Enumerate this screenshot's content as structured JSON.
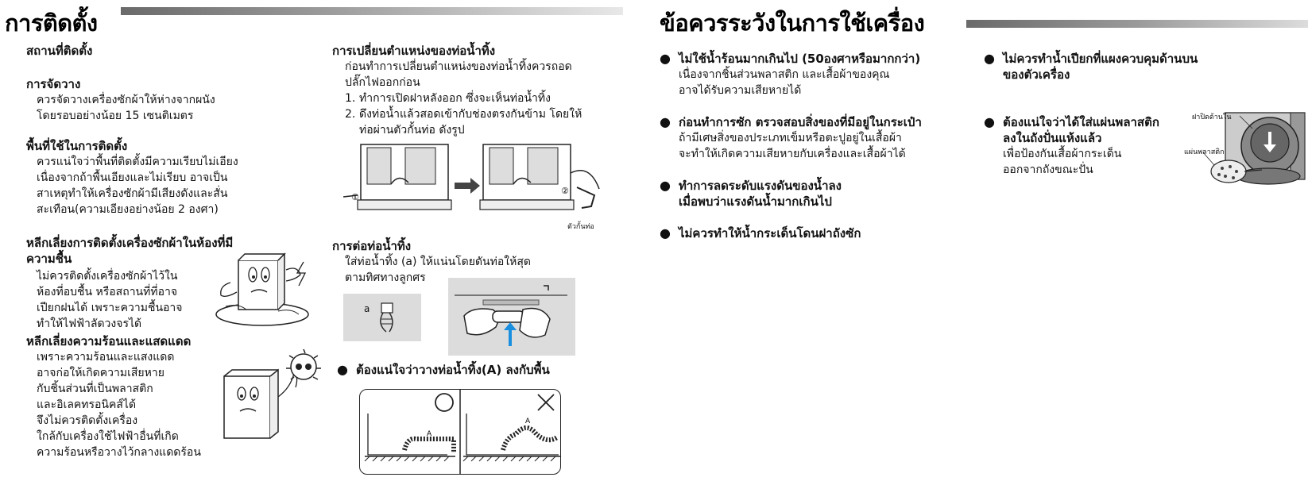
{
  "left_header": {
    "title": "การติดตั้ง"
  },
  "right_header": {
    "title": "ข้อควรระวังในการใช้เครื่อง"
  },
  "installation": {
    "location_heading": "สถานที่ติดตั้ง",
    "placement": {
      "heading": "การจัดวาง",
      "lines": [
        "ควรจัดวางเครื่องซักผ้าให้ห่างจากผนัง",
        "โดยรอบอย่างน้อย 15 เซนติเมตร"
      ]
    },
    "floor": {
      "heading": "พื้นที่ใช้ในการติดตั้ง",
      "lines": [
        "ควรแน่ใจว่าพื้นที่ติดตั้งมีความเรียบไม่เอียง",
        "เนื่องจากถ้าพื้นเอียงและไม่เรียบ อาจเป็น",
        "สาเหตุทำให้เครื่องซักผ้ามีเสียงดังและสั่น",
        "สะเทือน(ความเอียงอย่างน้อย 2 องศา)"
      ]
    },
    "humidity": {
      "heading_lines": [
        "หลีกเลี่ยงการติดตั้งเครื่องซักผ้าในห้องที่มี",
        "ความชื้น"
      ],
      "lines": [
        "ไม่ควรติดตั้งเครื่องซักผ้าไว้ใน",
        "ห้องที่อบชื้น หรือสถานที่ที่อาจ",
        "เปียกฝนได้ เพราะความชื้นอาจ",
        "ทำให้ไฟฟ้าลัดวงจรได้"
      ]
    },
    "heat": {
      "heading": "หลีกเลี่ยงความร้อนและแสดแดด",
      "lines": [
        "เพราะความร้อนและแสงแดด",
        "อาจก่อให้เกิดความเสียหาย",
        "กับชิ้นส่วนที่เป็นพลาสติก",
        "และอิเลคทรอนิคส์ได้",
        "จึงไม่ควรติดตั้งเครื่อง",
        "ใกล้กับเครื่องใช้ไฟฟ้าอื่นที่เกิด",
        "ความร้อนหรือวางไว้กลางแดดร้อน"
      ]
    }
  },
  "drain": {
    "reposition": {
      "heading": "การเปลี่ยนตำแหน่งของท่อน้ำทิ้ง",
      "intro": [
        "ก่อนทำการเปลี่ยนตำแหน่งของท่อน้ำทิ้งควรถอด",
        "ปลั๊กไฟออกก่อน"
      ],
      "steps": [
        {
          "num": "1.",
          "lines": [
            "ทำการเปิดฝาหลังออก ซึ่งจะเห็นท่อน้ำทิ้ง"
          ]
        },
        {
          "num": "2.",
          "lines": [
            "ดึงท่อน้ำแล้วสอดเข้ากับช่องตรงกันข้าม โดยให้",
            "ท่อผ่านตัวกั้นท่อ ดังรูป"
          ]
        }
      ],
      "caption_stopper": "ตัวกั้นท่อ",
      "marker_1": "①",
      "marker_2": "②"
    },
    "connect": {
      "heading": "การต่อท่อน้ำทิ้ง",
      "lines": [
        "ใส่ท่อน้ำทิ้ง (a) ให้แน่นโดยดันท่อให้สุด",
        "ตามทิศทางลูกศร"
      ],
      "label_a": "a"
    },
    "floor_note": "ต้องแน่ใจว่าวางท่อน้ำทิ้ง(A) ลงกับพื้น",
    "label_A": "A"
  },
  "precautions": {
    "items": [
      {
        "heading": "ไม่ใช้น้ำร้อนมากเกินไป (50องศาหรือมากกว่า)",
        "lines": [
          "เนื่องจากชิ้นส่วนพลาสติก และเสื้อผ้าของคุณ",
          "อาจได้รับความเสียหายได้"
        ]
      },
      {
        "heading": "ก่อนทำการซัก ตรวจสอบสิ่งของที่มีอยู่ในกระเป๋า",
        "lines": [
          "ถ้ามีเศษสิ่งของประเภทเข็มหรือตะปูอยู่ในเสื้อผ้า",
          "จะทำให้เกิดความเสียหายกับเครื่องและเสื้อผ้าได้"
        ]
      },
      {
        "heading_lines": [
          "ทำการลดระดับแรงดันของน้ำลง",
          "เมื่อพบว่าแรงดันน้ำมากเกินไป"
        ],
        "lines": []
      },
      {
        "heading": "ไม่ควรทำให้น้ำกระเด็นโดนฝาถังซัก",
        "lines": []
      }
    ],
    "right_items": [
      {
        "heading_lines": [
          "ไม่ควรทำน้ำเปียกที่แผงควบคุมด้านบน",
          "ของตัวเครื่อง"
        ],
        "lines": []
      },
      {
        "heading_lines": [
          "ต้องแน่ใจว่าได้ใส่แผ่นพลาสติก",
          "ลงในถังปั่นแห้งแล้ว"
        ],
        "lines": [
          "เพื่อป้องกันเสื้อผ้ากระเด็น",
          "ออกจากถังขณะปั่น"
        ]
      }
    ],
    "caption_inner_lid": "ฝาปิดด้านใน",
    "caption_plastic_sheet": "แผ่นพลาสติก"
  }
}
